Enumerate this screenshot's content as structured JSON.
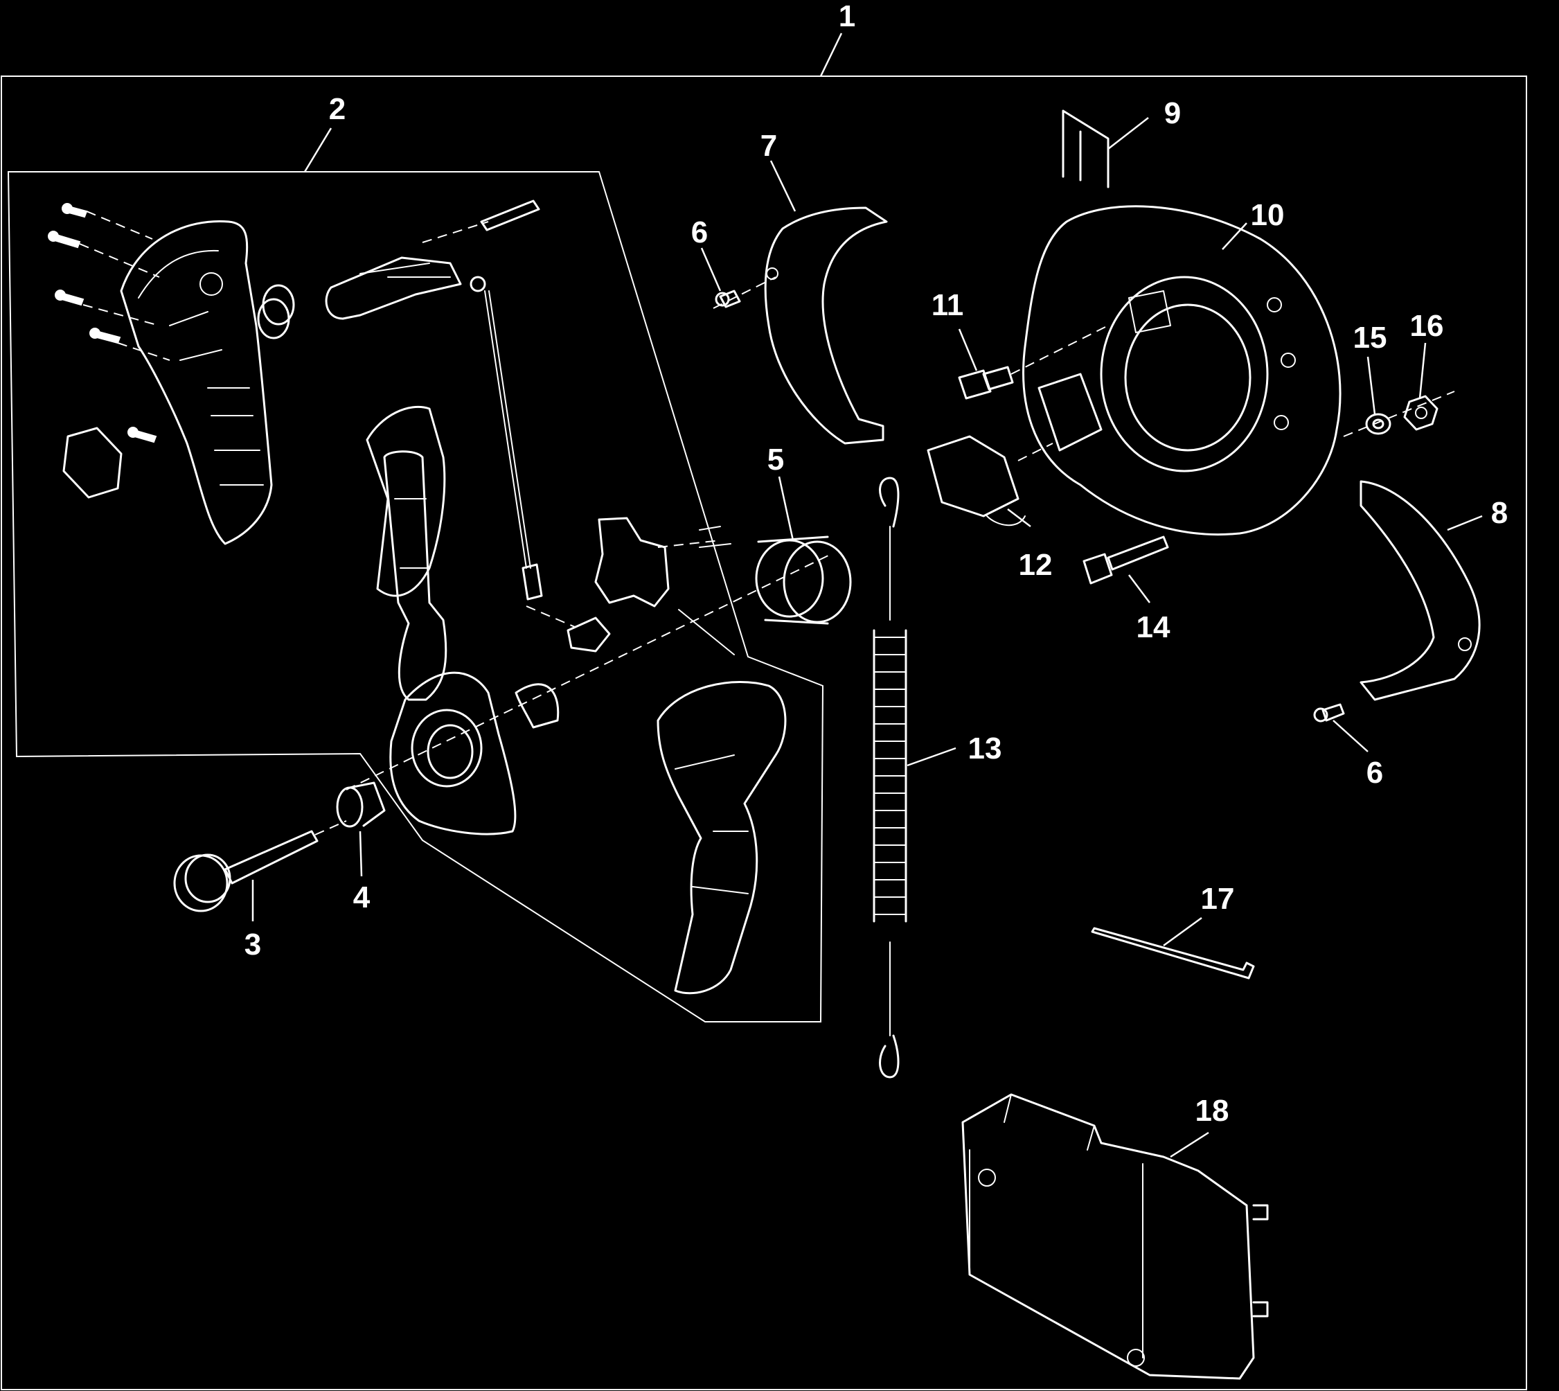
{
  "callouts": {
    "c1": "1",
    "c2": "2",
    "c3": "3",
    "c4": "4",
    "c5": "5",
    "c6a": "6",
    "c6b": "6",
    "c7": "7",
    "c8": "8",
    "c9": "9",
    "c10": "10",
    "c11": "11",
    "c12": "12",
    "c13": "13",
    "c14": "14",
    "c15": "15",
    "c16": "16",
    "c17": "17",
    "c18": "18"
  },
  "colors": {
    "background": "#000000",
    "linework": "#ffffff"
  }
}
